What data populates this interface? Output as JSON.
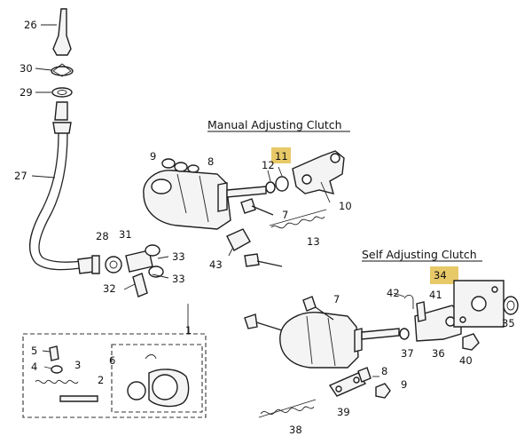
{
  "headings": {
    "manual": "Manual Adjusting Clutch",
    "self": "Self Adjusting Clutch"
  },
  "highlight_color": "#e8c968",
  "callouts": {
    "c1": "1",
    "c2": "2",
    "c3": "3",
    "c4": "4",
    "c5": "5",
    "c6": "6",
    "c7a": "7",
    "c7b": "7",
    "c8a": "8",
    "c8b": "8",
    "c9a": "9",
    "c9b": "9",
    "c10": "10",
    "c11": "11",
    "c12": "12",
    "c13": "13",
    "c26": "26",
    "c27": "27",
    "c28": "28",
    "c29": "29",
    "c30": "30",
    "c31": "31",
    "c32": "32",
    "c33a": "33",
    "c33b": "33",
    "c34": "34",
    "c35": "35",
    "c36": "36",
    "c37": "37",
    "c38": "38",
    "c39": "39",
    "c40": "40",
    "c41": "41",
    "c42": "42",
    "c43": "43"
  }
}
